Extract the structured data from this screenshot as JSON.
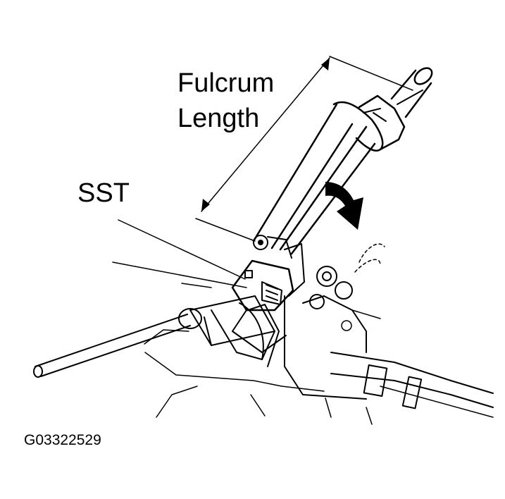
{
  "labels": {
    "fulcrum_line1": "Fulcrum",
    "fulcrum_line2": "Length",
    "sst": "SST",
    "figure_code": "G03322529"
  },
  "colors": {
    "ink": "#000000",
    "paper": "#ffffff"
  }
}
